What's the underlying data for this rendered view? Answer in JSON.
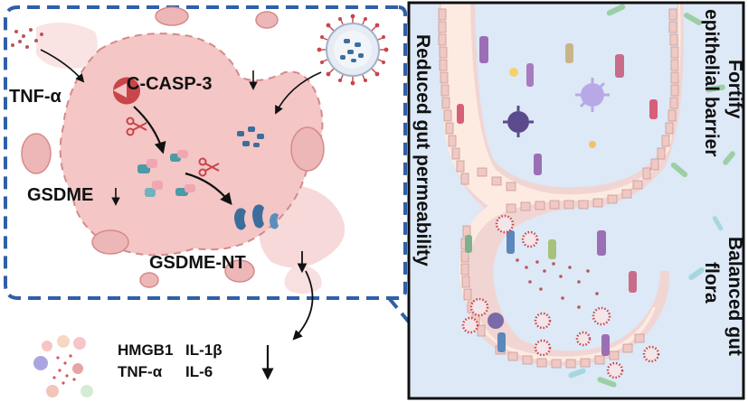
{
  "left_panel": {
    "labels": {
      "tnf_alpha": "TNF-α",
      "c_casp3": "C-CASP-3",
      "gsdme": "GSDME",
      "gsdme_nt": "GSDME-NT"
    },
    "release": {
      "hmgb1": "HMGB1",
      "il1b": "IL-1β",
      "tnf_alpha": "TNF-α",
      "il6": "IL-6"
    }
  },
  "right_panel": {
    "label_reduced": "Reduced gut permeability",
    "label_fortify_1": "Fortify",
    "label_fortify_2": "epithelial barrier",
    "label_balanced_1": "Balanced gut",
    "label_balanced_2": "flora"
  },
  "colors": {
    "dashed_border": "#2f5fa8",
    "cell_fill": "#f4c6c6",
    "cell_blob": "#f7d9d9",
    "lumen_bg": "#dde9f6",
    "tissue_bg": "#fdebe2",
    "epithelium": "#f3d3cf",
    "caspase": "#c8454a",
    "gsdme_teal": "#4a9aa8",
    "gsdme_blue": "#3c6e9c",
    "arrow": "#111111"
  }
}
